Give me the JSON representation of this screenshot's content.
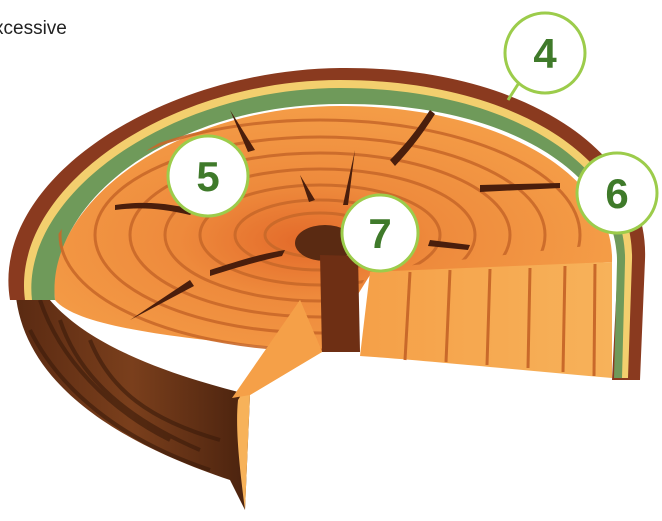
{
  "caption_fragment": "xcessive",
  "colors": {
    "badge_fill": "#ffffff",
    "badge_border": "#9ccc4b",
    "badge_text": "#3f7a2a",
    "bark_outer": "#8a3a1f",
    "bark_side": "#6e3a1c",
    "cambium_yellow": "#f3cf6e",
    "phloem_green": "#6f9a5a",
    "heartwood": "#f08a3a",
    "sapwood": "#f6a24a",
    "pith": "#5a2a12",
    "cracks": "#4a1e0c"
  },
  "callouts": [
    {
      "id": "4",
      "label": "4",
      "pointer_target": "bark-outer-edge"
    },
    {
      "id": "5",
      "label": "5",
      "pointer_target": "radial-shake"
    },
    {
      "id": "6",
      "label": "6",
      "pointer_target": "heartwood-crack"
    },
    {
      "id": "7",
      "label": "7",
      "pointer_target": "pith-heart-shake"
    }
  ]
}
